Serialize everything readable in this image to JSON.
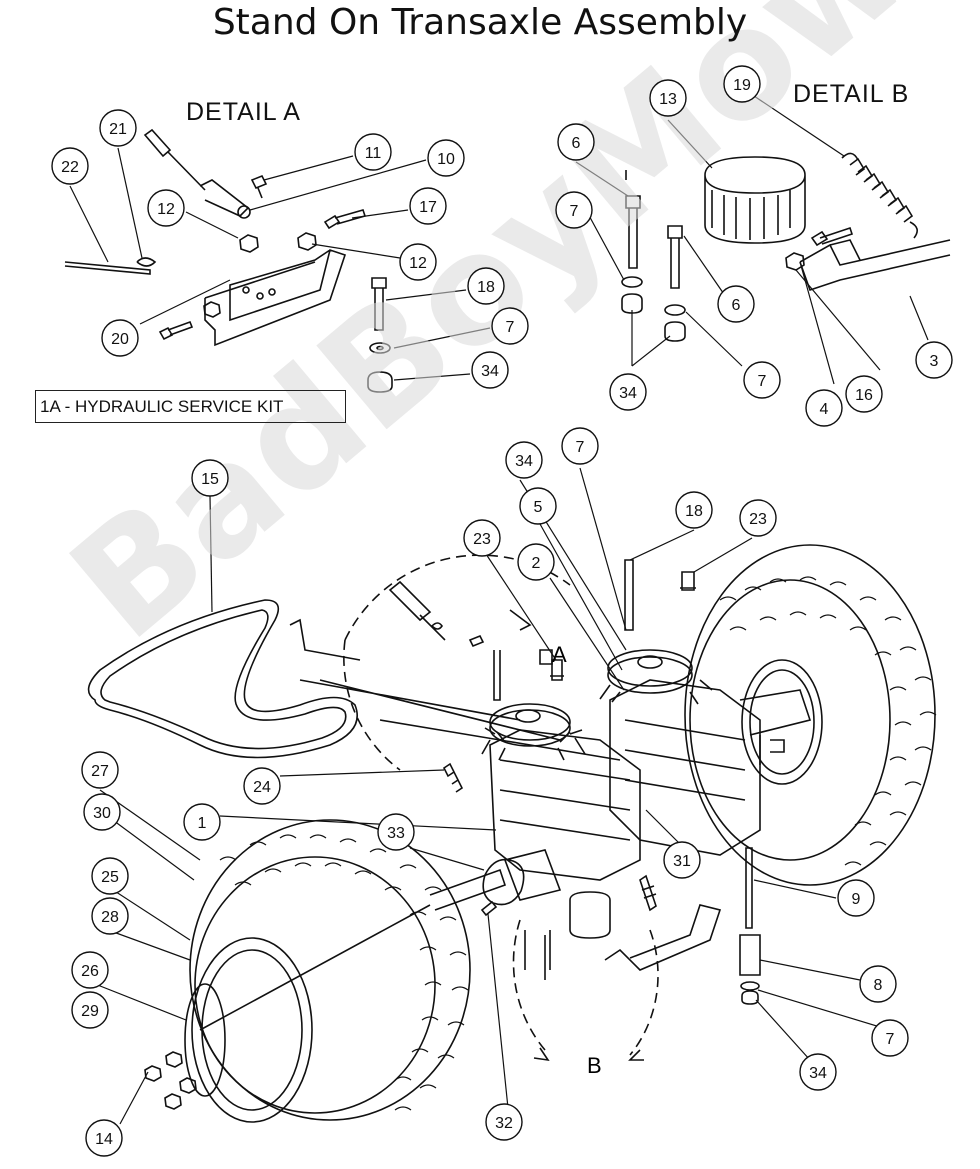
{
  "title": "Stand On Transaxle Assembly",
  "detail_a_label": "DETAIL  A",
  "detail_b_label": "DETAIL  B",
  "kit_label": "1A - HYDRAULIC SERVICE KIT",
  "view_letter_a": "A",
  "view_letter_b": "B",
  "watermark": "BadBoyMowerParts.com",
  "callouts": [
    "22",
    "21",
    "11",
    "10",
    "12",
    "17",
    "12",
    "18",
    "20",
    "7",
    "34",
    "6",
    "7",
    "13",
    "19",
    "6",
    "3",
    "7",
    "34",
    "4",
    "16",
    "15",
    "34",
    "7",
    "18",
    "23",
    "5",
    "23",
    "2",
    "27",
    "24",
    "30",
    "1",
    "33",
    "31",
    "9",
    "25",
    "28",
    "26",
    "8",
    "29",
    "7",
    "34",
    "14",
    "32"
  ],
  "colors": {
    "line": "#111111",
    "paper": "#ffffff",
    "watermark": "#d9d9d9"
  }
}
